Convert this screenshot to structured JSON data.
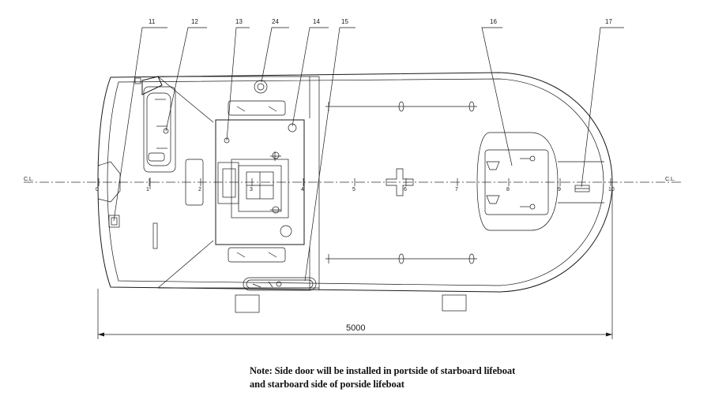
{
  "labels": [
    "11",
    "12",
    "13",
    "24",
    "14",
    "15",
    "16",
    "17"
  ],
  "stations": [
    "0",
    "1",
    "2",
    "3",
    "4",
    "5",
    "6",
    "7",
    "8",
    "9",
    "10"
  ],
  "centerline": {
    "left": "C.L.",
    "right": "C.L."
  },
  "dimension": "5000",
  "note": {
    "line1": "Note: Side door will be installed in portside of starboard lifeboat",
    "line2": "and starboard side of porside lifeboat"
  }
}
